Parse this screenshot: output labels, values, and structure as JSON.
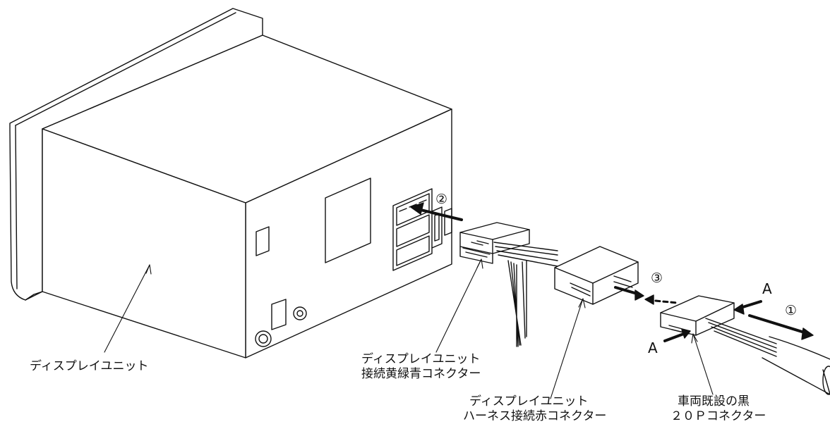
{
  "labels": {
    "display_unit": "ディスプレイユニット",
    "ygb_connector_line1": "ディスプレイユニット",
    "ygb_connector_line2": "接続黄緑青コネクター",
    "red_connector_line1": "ディスプレイユニット",
    "red_connector_line2": "ハーネス接続赤コネクター",
    "black_connector_line1": "車両既設の黒",
    "black_connector_line2": "２０Ｐコネクター"
  },
  "steps": {
    "step1": "①",
    "step2": "②",
    "step3": "③"
  },
  "press_marks": {
    "upper": "A",
    "lower": "A"
  }
}
